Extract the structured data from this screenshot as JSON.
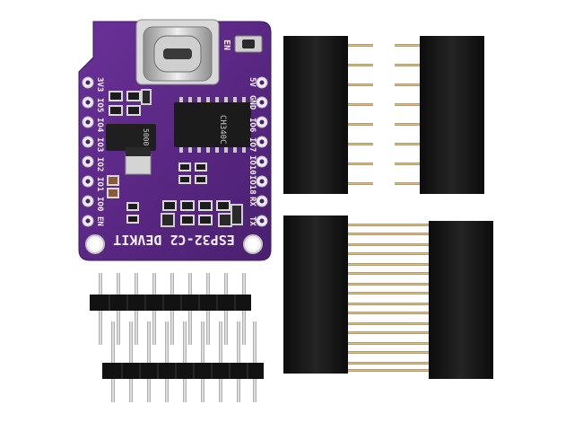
{
  "photo": {
    "board": {
      "title": "ESP32-C2 DEVKIT",
      "left_pins": [
        "3V3",
        "IO5",
        "IO4",
        "IO3",
        "IO2",
        "IO1",
        "IO0",
        "EN"
      ],
      "right_pins": [
        "5V",
        "GND",
        "IO6",
        "IO7",
        "IO10",
        "IO18",
        "RX",
        "TX"
      ],
      "button_label": "EN",
      "usb_chip_marking": "CH340C",
      "small_chip_marking": "5000"
    },
    "colors": {
      "pcb": "#5b2a86",
      "header_plastic": "#141414",
      "gold_pin": "#c9a35a",
      "silver_pin": "#cfcfcf",
      "background": "#ffffff"
    }
  }
}
